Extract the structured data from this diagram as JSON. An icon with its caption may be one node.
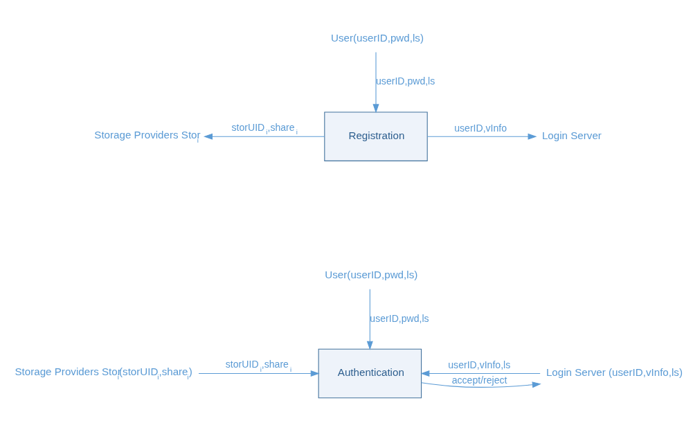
{
  "diagram": {
    "nodes": [
      {
        "text": [
          "User(userID,pwd,ls)"
        ]
      },
      {
        "text": [
          "Registration"
        ]
      },
      {
        "text": [
          "Storage Providers Stor$_{i}$"
        ]
      },
      {
        "text": [
          "Login Server"
        ]
      },
      {
        "text": [
          "User(userID,pwd,ls)"
        ]
      },
      {
        "text": [
          "Authentication"
        ]
      },
      {
        "text": [
          "Storage Providers Stor$_{i}$(storUID$_{i}$,share$_{i}$)"
        ]
      },
      {
        "text": [
          "Login Server (userID,vInfo,ls)"
        ]
      }
    ],
    "edges": [
      {
        "from": 0,
        "to": 1,
        "arrow": "to",
        "label": "userID,pwd,ls"
      },
      {
        "from": 1,
        "to": 2,
        "arrow": "to",
        "label": "storUID$_{i}$,share$_{i}$"
      },
      {
        "from": 1,
        "to": 3,
        "arrow": "to",
        "label": "userID,vInfo"
      },
      {
        "from": 4,
        "to": 5,
        "arrow": "to",
        "label": "userID,pwd,ls"
      },
      {
        "from": 6,
        "to": 5,
        "arrow": "to",
        "label": "storUID$_{i}$,share$_{i}$"
      },
      {
        "from": 7,
        "to": 5,
        "arrow": "to",
        "label": "userID,vInfo,ls"
      },
      {
        "from": 5,
        "to": 7,
        "arrow": "to",
        "label": "accept/reject"
      }
    ]
  }
}
